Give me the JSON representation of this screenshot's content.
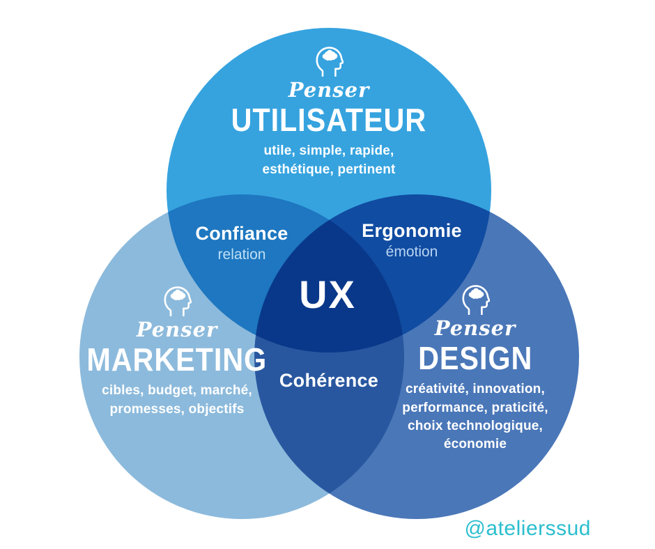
{
  "colors": {
    "background": "#FFFFFF",
    "circle_utilisateur": "#36A3DF",
    "circle_marketing": "#8CBADC",
    "circle_design": "#4A77B8",
    "intersection_utilisateur_marketing": "#1E7FC9",
    "intersection_utilisateur_design": "#2053AC",
    "intersection_marketing_design": "#3766B0",
    "center_triple_overlap": "#23367E",
    "text_primary": "#FFFFFF",
    "text_relation": "#BFE0F6",
    "text_emotion": "#B9D4F2",
    "watermark": "#2BBECE"
  },
  "diagram": {
    "type": "venn-3-circles",
    "center_label": "UX",
    "utilisateur": {
      "icon": "thinking-head-icon",
      "script": "Penser",
      "title": "UTILISATEUR",
      "subtitle": "utile, simple, rapide,\nesthétique, pertinent",
      "color": "#36A3DF"
    },
    "marketing": {
      "icon": "thinking-head-icon",
      "script": "Penser",
      "title": "MARKETING",
      "subtitle": "cibles, budget, marché,\npromesses, objectifs",
      "color": "#8CBADC"
    },
    "design": {
      "icon": "thinking-head-icon",
      "script": "Penser",
      "title": "DESIGN",
      "subtitle": "créativité, innovation,\nperformance, praticité,\nchoix technologique,\néconomie",
      "color": "#4A77B8"
    },
    "intersections": {
      "utilisateur_marketing": {
        "label": "Confiance",
        "sublabel": "relation"
      },
      "utilisateur_design": {
        "label": "Ergonomie",
        "sublabel": "émotion"
      },
      "marketing_design": {
        "label": "Cohérence",
        "sublabel": ""
      }
    }
  },
  "watermark": {
    "handle": "@atelierssud"
  }
}
